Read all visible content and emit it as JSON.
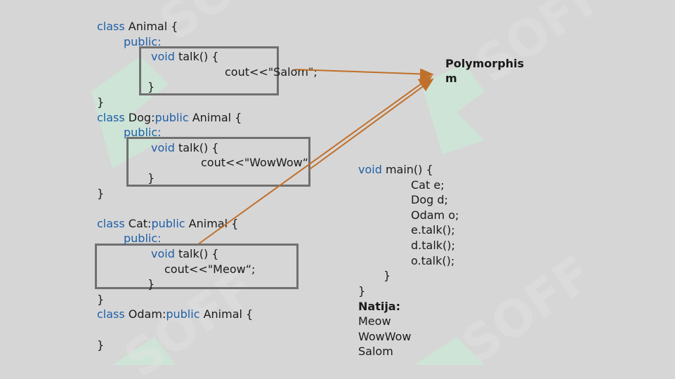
{
  "slide_title": "Polymorphism",
  "code_left": {
    "animal": {
      "decl_kw": "class",
      "decl_rest": " Animal {",
      "access": "public:",
      "method_kw": "void",
      "method_rest": " talk() {",
      "body": "cout<<\"Salom\";",
      "method_close": "}",
      "class_close": "}"
    },
    "dog": {
      "decl_kw": "class",
      "decl_mid": " Dog:",
      "decl_kw2": "public",
      "decl_rest": " Animal {",
      "access": "public:",
      "method_kw": "void",
      "method_rest": " talk() {",
      "body": "cout<<\"WowWow“",
      "method_close": "}",
      "class_close": "}"
    },
    "cat": {
      "decl_kw": "class",
      "decl_mid": " Cat:",
      "decl_kw2": "public",
      "decl_rest": " Animal {",
      "access": "public:",
      "method_kw": "void",
      "method_rest": " talk() {",
      "body": "cout<<\"Meow“;",
      "method_close": "}",
      "class_close": "}"
    },
    "odam": {
      "decl_kw": "class",
      "decl_mid": " Odam:",
      "decl_kw2": "public",
      "decl_rest": " Animal {",
      "class_close": "}"
    }
  },
  "code_right": {
    "main_kw": "void",
    "main_rest": " main() {",
    "lines": [
      "Cat e;",
      "Dog d;",
      "Odam o;",
      "e.talk();",
      "d.talk();",
      "o.talk();"
    ],
    "inner_close": "}",
    "outer_close": "}",
    "result_label": "Natija:",
    "results": [
      "Meow",
      "WowWow",
      "Salom"
    ]
  },
  "colors": {
    "keyword": "#1f5fa8",
    "arrow": "#c0702a",
    "box_border": "#707070",
    "background": "#d6d6d6"
  }
}
